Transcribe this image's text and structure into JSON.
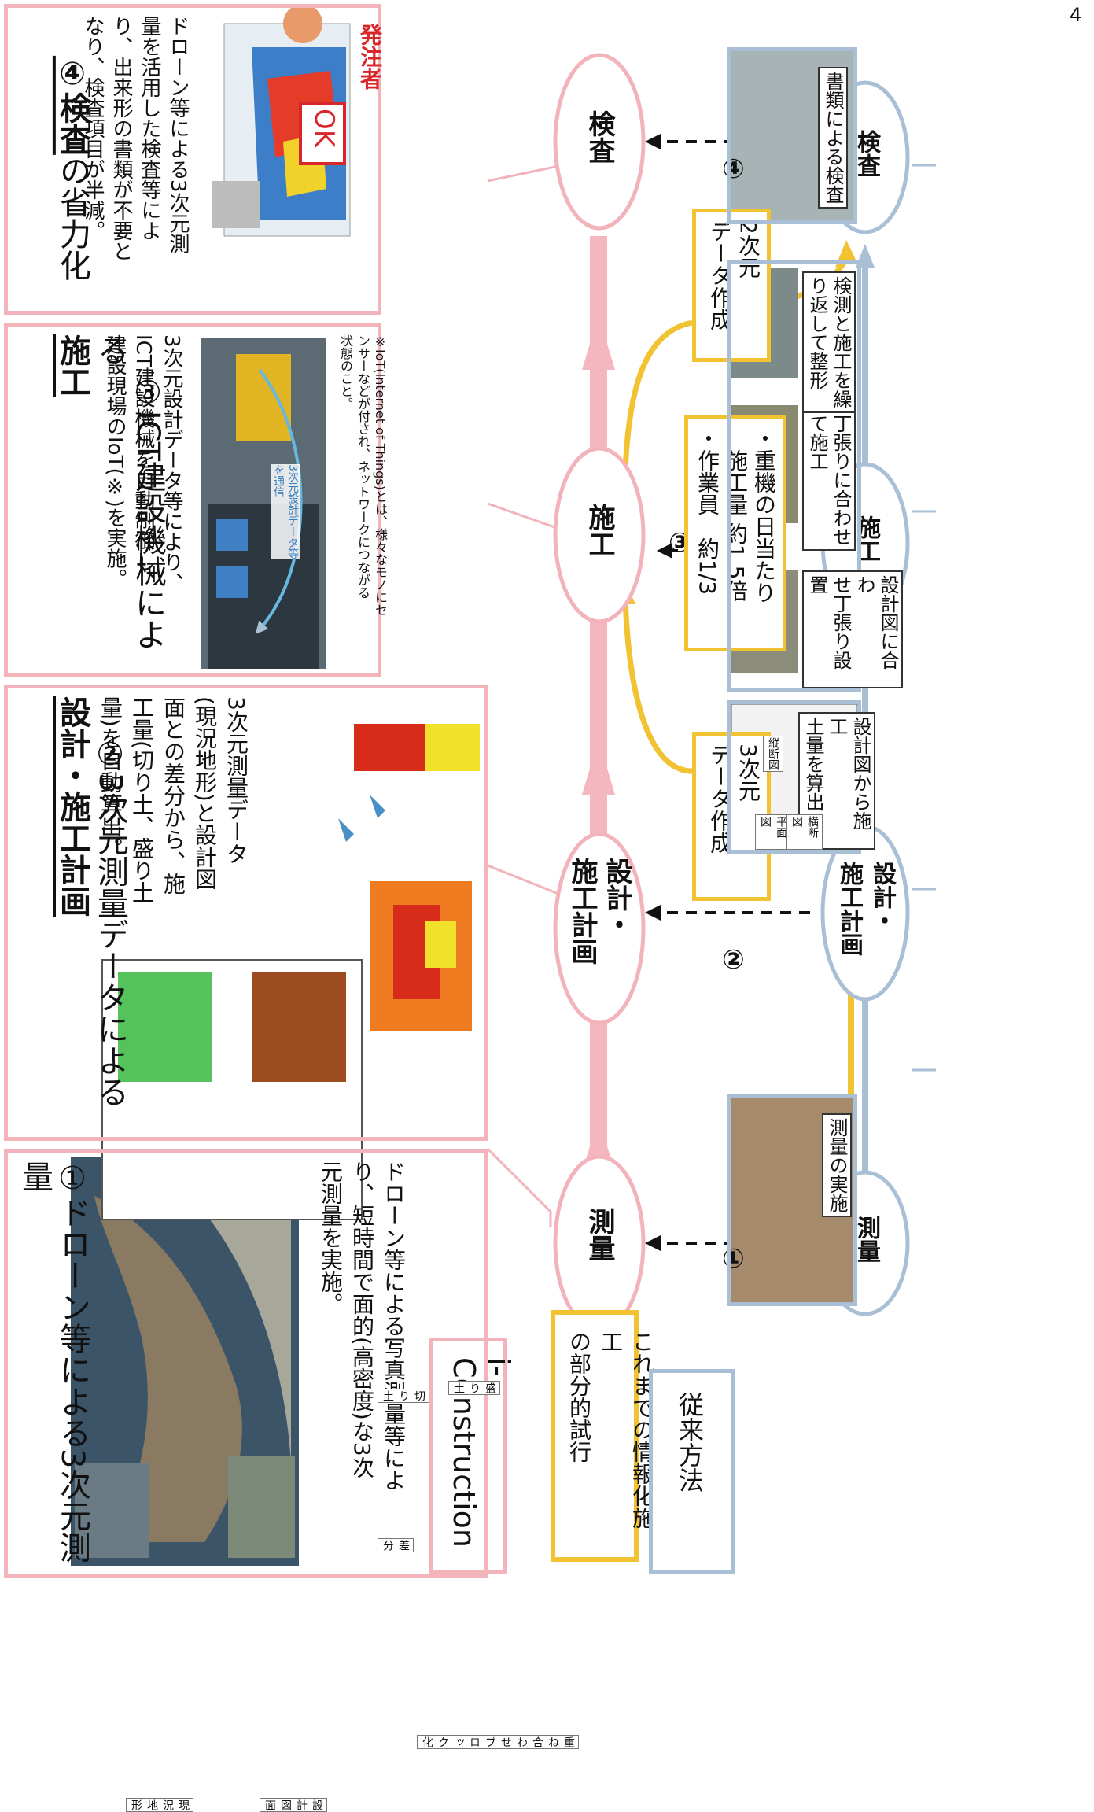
{
  "page_number": "4",
  "rows": {
    "i_construction": "i-Construction",
    "partial": "これまでの情報化施工\nの部分的試行",
    "conventional": "従来方法"
  },
  "nodes": {
    "survey": "測量",
    "design": "設計・\n施工計画",
    "construction": "施工",
    "inspection": "検査"
  },
  "markers": {
    "m1": "①",
    "m2": "②",
    "m3": "③",
    "m4": "④"
  },
  "yellow_boxes": {
    "data3d": "3次元\nデータ作成",
    "effect": "・重機の日当たり\n　施工量 約1.5倍\n・作業員　約1/3",
    "data2d": "2次元\nデータ作成"
  },
  "panels": {
    "p1": {
      "title": "①ドローン等による3次元測量",
      "body": "ドローン等による写真測量等によ\nり、短時間で面的(高密度)な3次\n元測量を実施。"
    },
    "p2": {
      "title_plain": "②3次元測量データによる\n",
      "title_hl": "設計・施工計画",
      "body": "3次元測量データ\n(現況地形)と設計図\n面との差分から、施\n工量(切り土、盛り土\n量)を自動算出。",
      "labels": {
        "current": "現況地形",
        "design": "設計図面",
        "diff": "差分",
        "cut": "切り土",
        "fill": "盛り土",
        "block": "重ね合わせブロック化"
      }
    },
    "p3": {
      "title_plain": "③ICT建設機械による\n",
      "title_hl": "施工",
      "body": "3次元設計データ等により、\nICT建設機械を自動制御し、\n建設現場のIoT(※)を実施。",
      "photo_label": "3次元設計データ等\nを通信",
      "note": "※IoT(Internet of Things)とは、様々なモノにセ\nンサーなどが付され、ネットワークにつながる\n状態のこと。"
    },
    "p4": {
      "title_hl": "④検査",
      "title_plain": "の省力化",
      "body": "ドローン等による3次元測\n量を活用した検査等によ\nり、出来形の書類が不要と\nなり、検査項目が半減。",
      "ok": "OK",
      "client": "発注者"
    }
  },
  "conventional": {
    "survey_caption": "測量の実施",
    "design_caption": "設計図から施工\n土量を算出",
    "design_tags": [
      "平面図",
      "縦断図",
      "横断図"
    ],
    "stake_caption": "設計図に合わ\nせ丁張り設置",
    "construct_caption": "丁張りに合わせ\nて施工",
    "repeat_caption": "検測と施工を繰\nり返して整形",
    "inspect_caption": "書類による検査"
  },
  "colors": {
    "pink": "#f2b3bb",
    "pink_arrow": "#f5b7bf",
    "blue": "#a9bfd6",
    "yellow": "#f1c232"
  }
}
